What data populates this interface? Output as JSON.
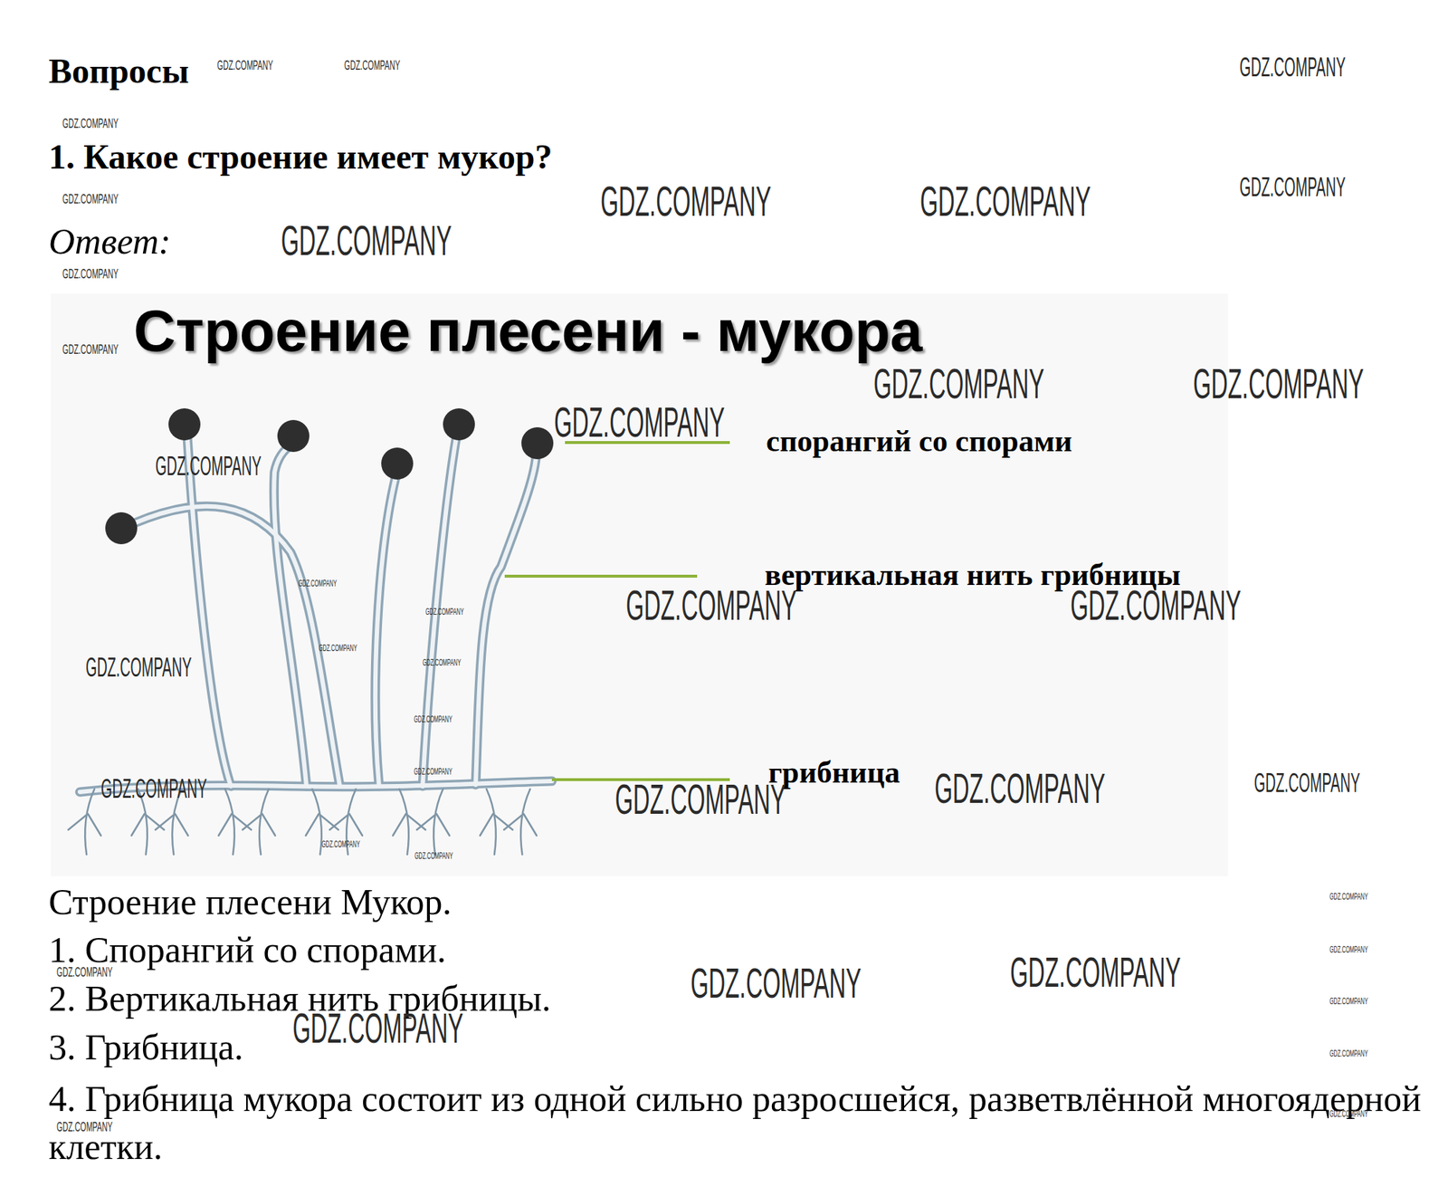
{
  "diagram": {
    "title": "Вопросы",
    "labels": [
      "1. Какое строение имеет мукор?",
      "Ответ:",
      "Строение плесени - мукора",
      "спорангий со спорами",
      "вертикальная нить грибницы",
      "грибница",
      "Строение плесени Мукор.",
      "1. Спорангий со спорами.",
      "2. Вертикальная нить грибницы.",
      "3. Грибница.",
      "4. Грибница мукора состоит из одной сильно разросшейся, разветвлённой многоядерной клетки.",
      "GDZ.COMPANY",
      "GDZ.COMPANY",
      "GDZ.COMPANY",
      "GDZ.COMPANY",
      "GDZ.COMPANY",
      "GDZ.COMPANY",
      "GDZ.COMPANY",
      "GDZ.COMPANY",
      "GDZ.COMPANY",
      "GDZ.COMPANY",
      "GDZ.COMPANY",
      "GDZ.COMPANY",
      "GDZ.COMPANY",
      "GDZ.COMPANY",
      "GDZ.COMPANY",
      "GDZ.COMPANY",
      "GDZ.COMPANY",
      "GDZ.COMPANY",
      "GDZ.COMPANY",
      "GDZ.COMPANY",
      "GDZ.COMPANY",
      "GDZ.COMPANY",
      "GDZ.COMPANY",
      "GDZ.COMPANY",
      "GDZ.COMPANY",
      "GDZ.COMPANY",
      "GDZ.COMPANY",
      "GDZ.COMPANY",
      "GDZ.COMPANY",
      "GDZ.COMPANY",
      "GDZ.COMPANY",
      "GDZ.COMPANY",
      "GDZ.COMPANY",
      "GDZ.COMPANY",
      "GDZ.COMPANY",
      "GDZ.COMPANY",
      "GDZ.COMPANY",
      "GDZ.COMPANY",
      "GDZ.COMPANY",
      "GDZ.COMPANY"
    ]
  }
}
